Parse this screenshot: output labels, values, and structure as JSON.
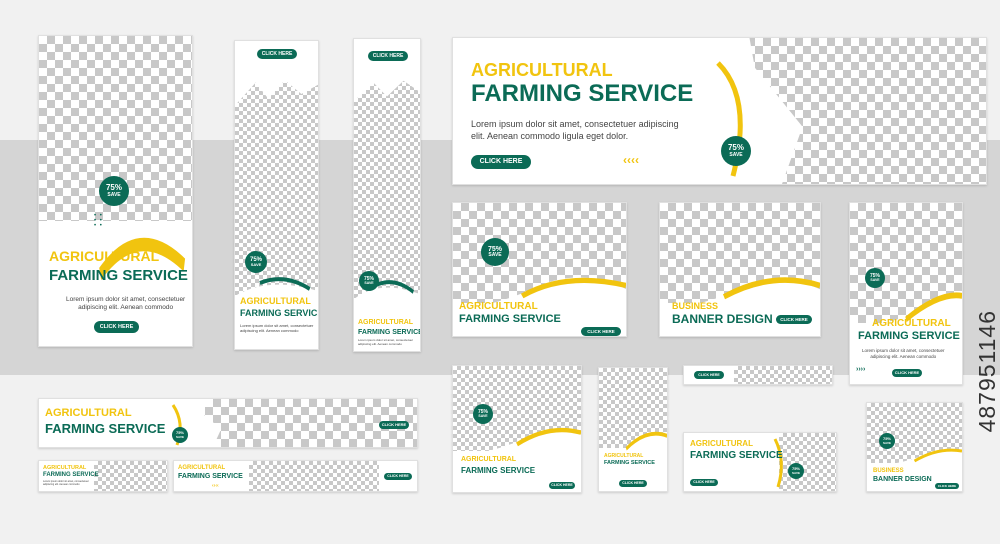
{
  "common": {
    "line1": "AGRICULTURAL",
    "line2": "FARMING SERVICE",
    "body": "Lorem ipsum dolor sit amet, consectetuer\nadipiscing elit. Aenean commodo",
    "body_wide": "Lorem ipsum dolor sit amet, consectetuer adipiscing\nelit. Aenean commodo ligula eget dolor.",
    "cta": "CLICK HERE",
    "badge_pct": "75%",
    "badge_save": "SAVE",
    "arrows": "‹‹‹‹",
    "arrows_right": "››››"
  },
  "business": {
    "line1": "BUSINESS",
    "line2": "BANNER DESIGN"
  },
  "watermark": "487951146",
  "colors": {
    "green": "#0b6b56",
    "yellow": "#f1c40f",
    "checker": "#c8c8c8"
  }
}
